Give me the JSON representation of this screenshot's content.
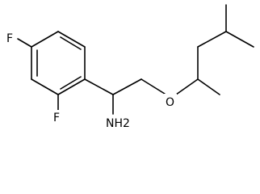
{
  "molecule": {
    "atom_labels": {
      "fluorine_top": "F",
      "fluorine_bottom": "F",
      "oxygen": "O",
      "amine": "NH2"
    },
    "colors": {
      "bond": "#000000",
      "text": "#000000",
      "background": "#ffffff"
    }
  }
}
